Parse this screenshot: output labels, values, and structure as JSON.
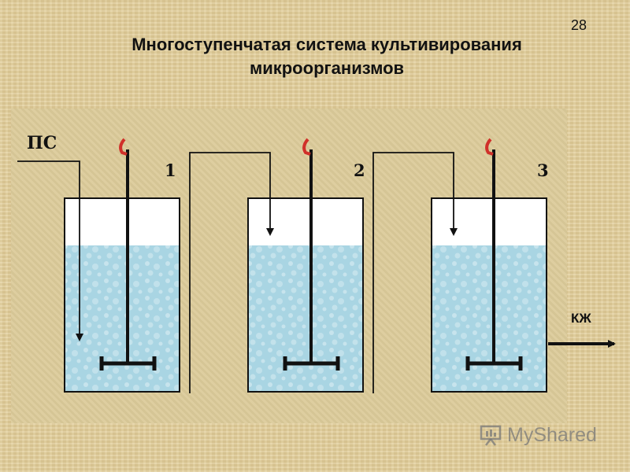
{
  "slide": {
    "number": "28"
  },
  "title": {
    "line1": "Многоступенчатая система культивирования",
    "line2": "микроорганизмов"
  },
  "labels": {
    "input": "ПС",
    "output": "КЖ",
    "tanks": [
      "1",
      "2",
      "3"
    ]
  },
  "watermark": {
    "text": "MyShared"
  },
  "colors": {
    "liquid": "#a9d5e3",
    "stroke": "#111111",
    "stirrer_cap": "#d0302a"
  }
}
